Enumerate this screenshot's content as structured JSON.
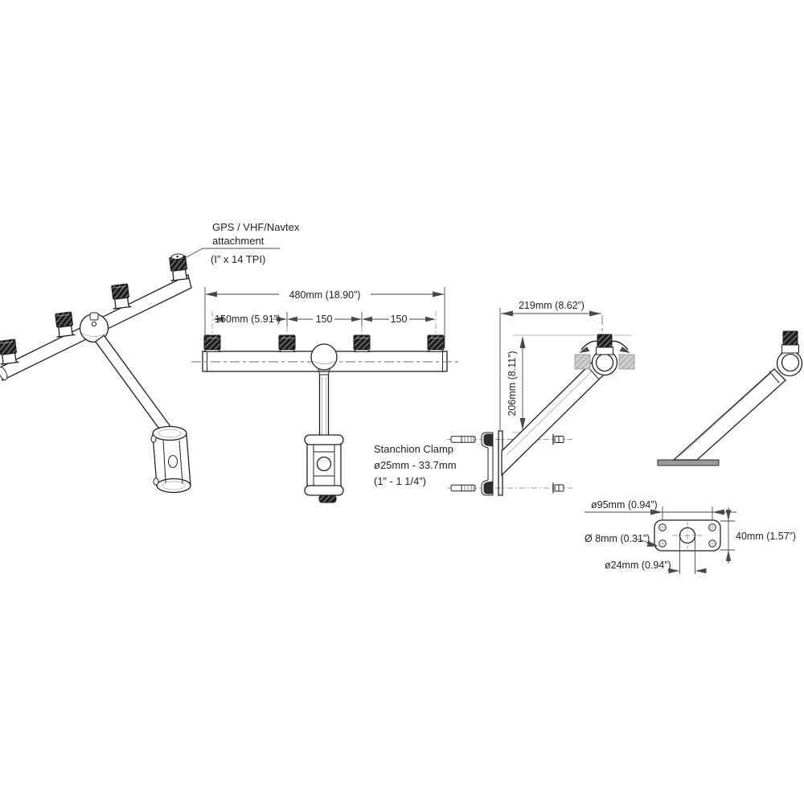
{
  "colors": {
    "background": "#ffffff",
    "line": "#231f20",
    "dim_line": "#4a4a4a",
    "centerline": "#6f6f6f",
    "ext_dash": "#9a9a9a",
    "thread_dark": "#1f1f1f",
    "thread_light": "#8a8a8a",
    "ghost_fill": "#cfcfcf",
    "ghost_hatch": "#a3a3a3",
    "plate_fill": "#9a9a9a"
  },
  "annotations": {
    "attachment": {
      "line1": "GPS / VHF/Navtex",
      "line2": "attachment",
      "line3": "(I” x 14 TPI)"
    },
    "stanchion_clamp": {
      "line1": "Stanchion Clamp",
      "line2": "ø25mm - 33.7mm",
      "line3": "(1” - 1 1/4”)"
    }
  },
  "dimensions": {
    "front_view": {
      "overall_width": "480mm (18.90”)",
      "spacing_1": "150mm (5.91”)",
      "spacing_2": "150",
      "spacing_3": "150"
    },
    "side_view": {
      "reach": "219mm (8.62”)",
      "height": "206mm (8.11”)"
    },
    "base_view": {
      "hole_spacing": "ø95mm (0.94”)",
      "corner_hole_diameter": "Ø 8mm (0.31”)",
      "center_hole_diameter": "ø24mm (0.94”)",
      "plate_width": "40mm (1.57”)"
    }
  }
}
